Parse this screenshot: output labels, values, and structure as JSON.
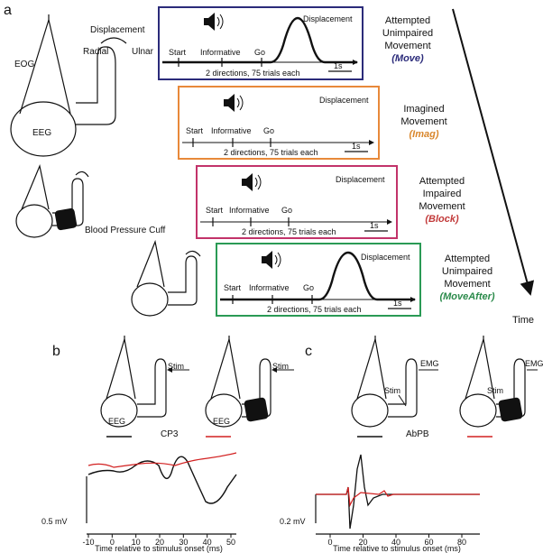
{
  "panels": {
    "a": "a",
    "b": "b",
    "c": "c"
  },
  "figure_a": {
    "left_labels": {
      "eog": "EOG",
      "eeg": "EEG",
      "displacement": "Displacement",
      "radial": "Radial",
      "ulnar": "Ulnar",
      "cuff": "Blood Pressure Cuff"
    },
    "timeline": {
      "start": "Start",
      "informative": "Informative",
      "go": "Go",
      "displacement": "Displacement",
      "trials": "2 directions, 75 trials each",
      "scale": "1s"
    },
    "conditions": [
      {
        "line1": "Attempted",
        "line2": "Unimpaired",
        "line3": "Movement",
        "tag": "(Move)",
        "color": "#2b2b7a",
        "box_color": "#2b2b7a"
      },
      {
        "line1": "Imagined",
        "line2": "Movement",
        "line3": "",
        "tag": "(Imag)",
        "color": "#d9862b",
        "box_color": "#e8893a"
      },
      {
        "line1": "Attempted",
        "line2": "Impaired",
        "line3": "Movement",
        "tag": "(Block)",
        "color": "#c23a3a",
        "box_color": "#c2336a"
      },
      {
        "line1": "Attempted",
        "line2": "Unimpaired",
        "line3": "Movement",
        "tag": "(MoveAfter)",
        "color": "#2a8a4a",
        "box_color": "#2a9a55"
      }
    ],
    "time_label": "Time"
  },
  "figure_b": {
    "stim": "Stim",
    "eeg": "EEG",
    "channel": "CP3",
    "scale": "0.5 mV",
    "xlabel": "Time relative to stimulus onset (ms)",
    "ticks": [
      "-10",
      "0",
      "10",
      "20",
      "30",
      "40",
      "50"
    ]
  },
  "figure_c": {
    "stim": "Stim",
    "emg": "EMG",
    "channel": "AbPB",
    "scale": "0.2 mV",
    "xlabel": "Time relative to stimulus onset (ms)",
    "ticks": [
      "0",
      "20",
      "40",
      "60",
      "80"
    ]
  },
  "trace_colors": {
    "baseline": "#111111",
    "cuff": "#d22020"
  }
}
